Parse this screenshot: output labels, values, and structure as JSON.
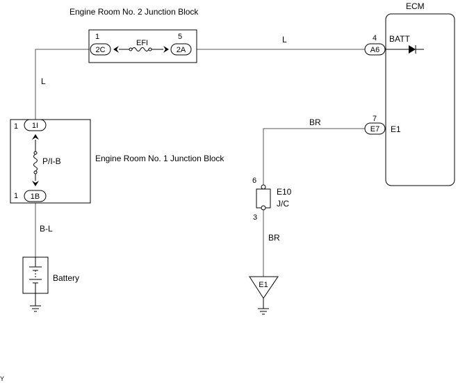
{
  "blocks": {
    "jb2_title": "Engine Room No. 2 Junction Block",
    "jb1_title": "Engine Room No. 1 Junction Block",
    "ecm_title": "ECM"
  },
  "jb2": {
    "pin_left": "1",
    "conn_left": "2C",
    "fuse": "EFI",
    "pin_right": "5",
    "conn_right": "2A"
  },
  "jb1": {
    "pin_top": "1",
    "conn_top": "1I",
    "fuse": "P/I-B",
    "pin_bottom": "1",
    "conn_bottom": "1B"
  },
  "ecm": {
    "pin_batt": "4",
    "conn_batt": "A6",
    "batt_label": "BATT",
    "pin_e1": "7",
    "conn_e1": "E7",
    "e1_label": "E1"
  },
  "jc": {
    "pin_top": "6",
    "pin_bottom": "3",
    "name": "E10",
    "type": "J/C"
  },
  "wires": {
    "l_top": "L",
    "l_left": "L",
    "br_top": "BR",
    "br_bottom": "BR",
    "bl": "B-L"
  },
  "battery_label": "Battery",
  "ground_e1": "E1",
  "corner_mark": "Y"
}
